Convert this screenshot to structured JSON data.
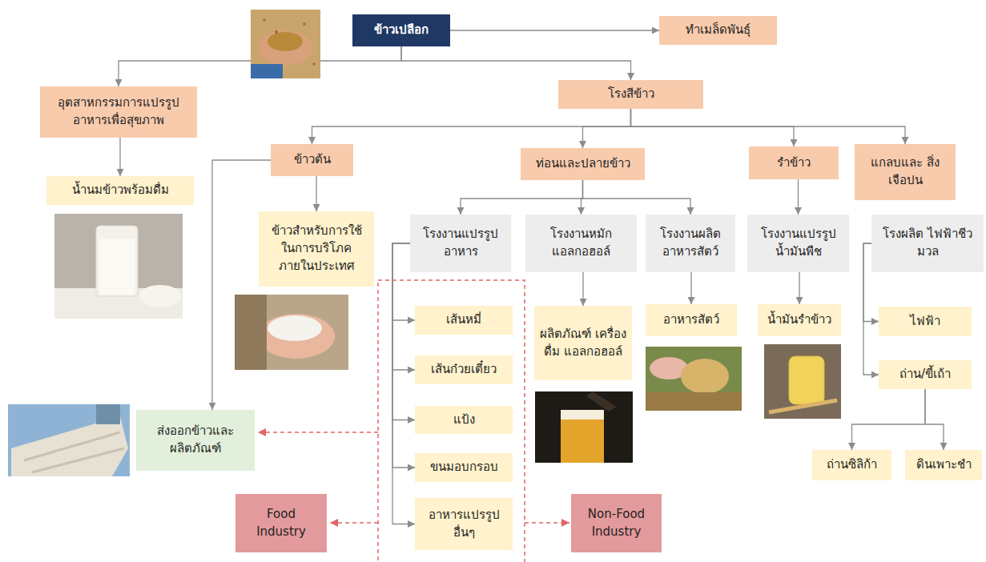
{
  "diagram": {
    "nodes": [
      {
        "text": [
          "ข้าวเปลือก"
        ]
      },
      {
        "text": [
          "ทำเมล็ดพันธุ์"
        ]
      },
      {
        "text": [
          "อุตสาหกรรมการแปรรูป อาหารเพื่อสุขภาพ"
        ]
      },
      {
        "text": [
          "โรงสีข้าว"
        ]
      },
      {
        "text": [
          "น้ำนมข้าวพร้อมดื่ม"
        ]
      },
      {
        "text": [
          "ข้าวต้น"
        ]
      },
      {
        "text": [
          "ท่อนและปลายข้าว"
        ]
      },
      {
        "text": [
          "รำข้าว"
        ]
      },
      {
        "text": [
          "แกลบและ สิ่งเจือปน"
        ]
      },
      {
        "text": [
          "ข้าวสำหรับการใช้ ในการบริโภค ภายในประเทศ"
        ]
      },
      {
        "text": [
          "โรงงานแปรรูป อาหาร"
        ]
      },
      {
        "text": [
          "โรงงานหมัก แอลกอฮอล์"
        ]
      },
      {
        "text": [
          "โรงงานผลิต อาหารสัตว์"
        ]
      },
      {
        "text": [
          "โรงงานแปรรูป น้ำมันพืช"
        ]
      },
      {
        "text": [
          "โรงผลิต ไฟฟ้าชีวมวล"
        ]
      },
      {
        "text": [
          "เส้นหมี่"
        ]
      },
      {
        "text": [
          "ผลิตภัณฑ์ เครื่องดื่ม แอลกอฮอล์"
        ]
      },
      {
        "text": [
          "อาหารสัตว์"
        ]
      },
      {
        "text": [
          "น้ำมันรำข้าว"
        ]
      },
      {
        "text": [
          "ไฟฟ้า"
        ]
      },
      {
        "text": [
          "ส่งออกข้าวและ ผลิตภัณฑ์"
        ]
      },
      {
        "text": [
          "เส้นก๋วยเตี๋ยว"
        ]
      },
      {
        "text": [
          "ถ่าน/ขี้เถ้า"
        ]
      },
      {
        "text": [
          "แป้ง"
        ]
      },
      {
        "text": [
          "ขนมอบกรอบ"
        ]
      },
      {
        "text": [
          "ถ่านซิลิก้า"
        ]
      },
      {
        "text": [
          "ดินเพาะชำ"
        ]
      },
      {
        "text": [
          "Food Industry"
        ]
      },
      {
        "text": [
          "อาหารแปรรูป อื่นๆ"
        ]
      },
      {
        "text": [
          "Non-Food Industry"
        ]
      }
    ],
    "edges": [
      {
        "from": 0,
        "to": 1,
        "arrow": "to"
      },
      {
        "from": 0,
        "to": 2,
        "arrow": "to"
      },
      {
        "from": 0,
        "to": 3,
        "arrow": "to"
      },
      {
        "from": 2,
        "to": 4,
        "arrow": "to"
      },
      {
        "from": 3,
        "to": 5,
        "arrow": "to"
      },
      {
        "from": 3,
        "to": 6,
        "arrow": "to"
      },
      {
        "from": 3,
        "to": 7,
        "arrow": "to"
      },
      {
        "from": 3,
        "to": 8,
        "arrow": "to"
      },
      {
        "from": 5,
        "to": 9,
        "arrow": "to"
      },
      {
        "from": 5,
        "to": 20,
        "arrow": "to"
      },
      {
        "from": 6,
        "to": 10,
        "arrow": "to"
      },
      {
        "from": 6,
        "to": 11,
        "arrow": "to"
      },
      {
        "from": 6,
        "to": 12,
        "arrow": "to"
      },
      {
        "from": 10,
        "to": 15,
        "arrow": "to"
      },
      {
        "from": 10,
        "to": 21,
        "arrow": "to"
      },
      {
        "from": 10,
        "to": 23,
        "arrow": "to"
      },
      {
        "from": 10,
        "to": 24,
        "arrow": "to"
      },
      {
        "from": 10,
        "to": 28,
        "arrow": "to"
      },
      {
        "from": 11,
        "to": 16,
        "arrow": "to"
      },
      {
        "from": 12,
        "to": 17,
        "arrow": "to"
      },
      {
        "from": 7,
        "to": 13,
        "arrow": "to"
      },
      {
        "from": 13,
        "to": 18,
        "arrow": "to"
      },
      {
        "from": 14,
        "to": 19,
        "arrow": "to"
      },
      {
        "from": 14,
        "to": 22,
        "arrow": "to"
      },
      {
        "from": 22,
        "to": 25,
        "arrow": "to"
      },
      {
        "from": 22,
        "to": 26,
        "arrow": "to"
      }
    ]
  }
}
